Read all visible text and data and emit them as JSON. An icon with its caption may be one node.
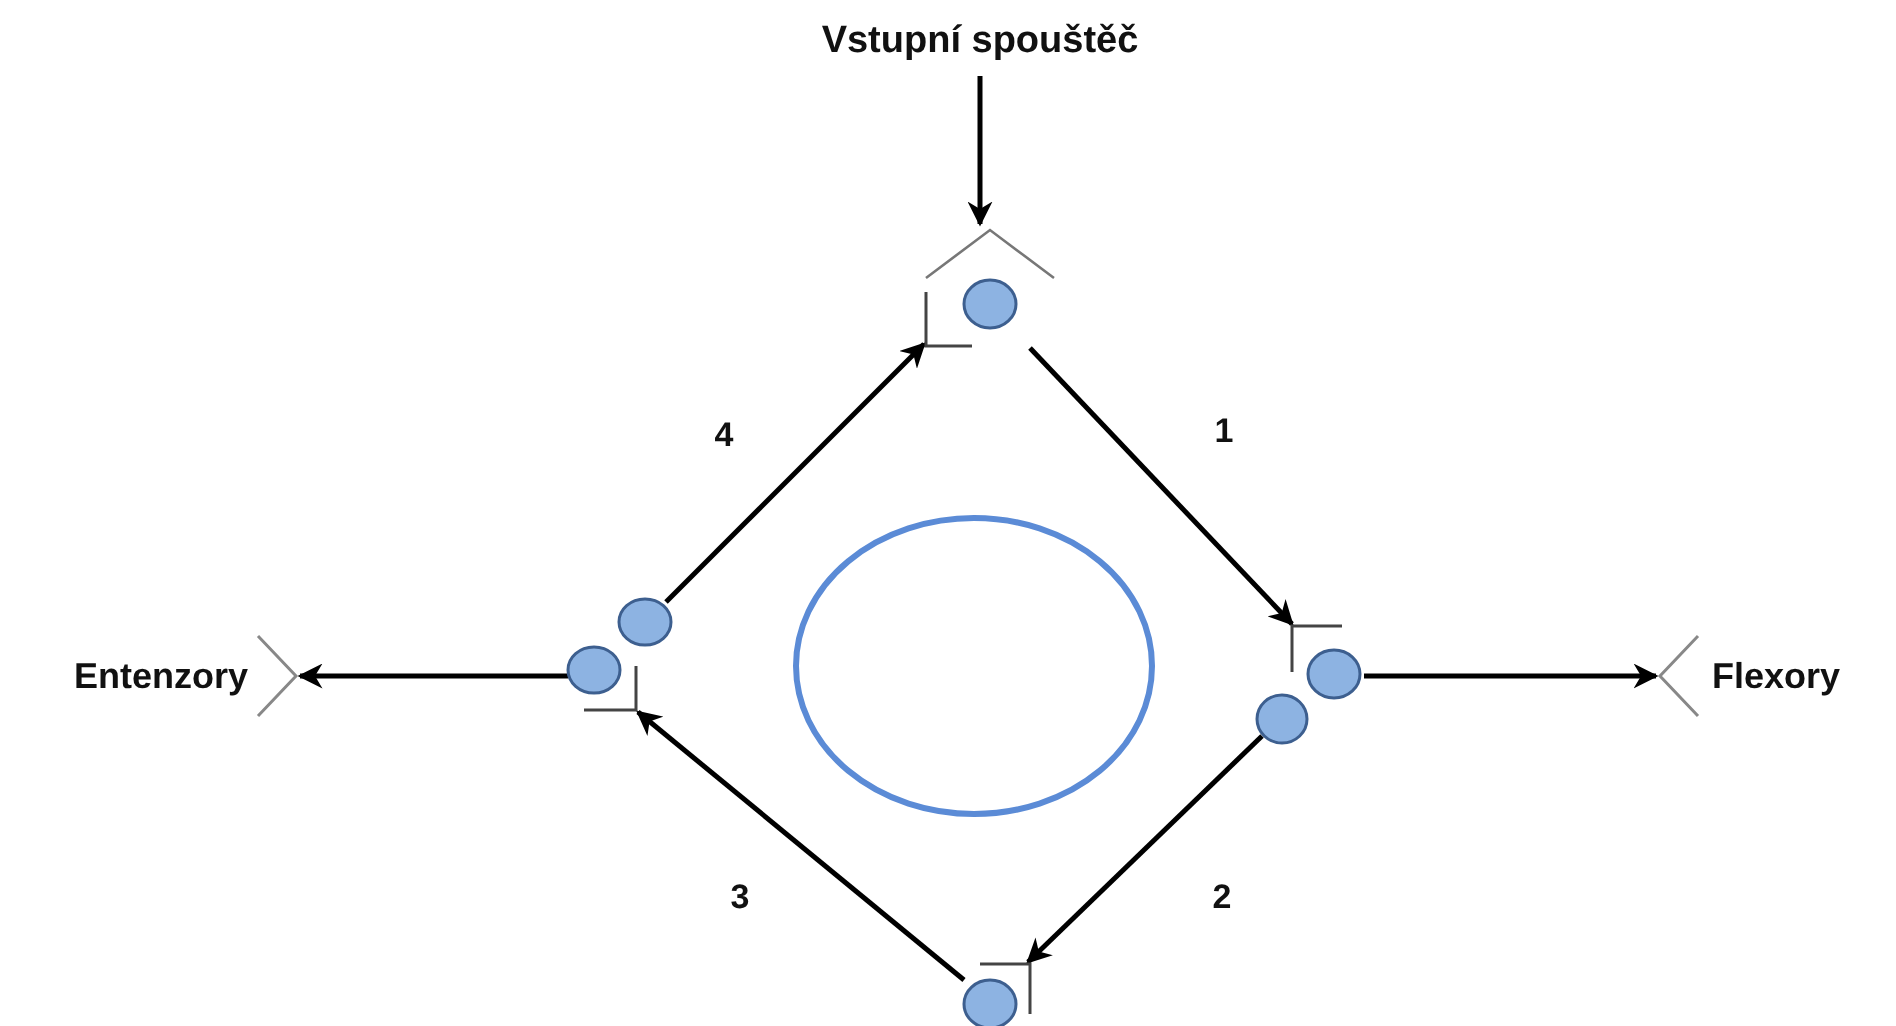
{
  "diagram": {
    "nodes": [
      {
        "text": [
          "Vstupní spouštěč"
        ]
      },
      {
        "text": [],
        "shape": "circle"
      },
      {
        "text": [],
        "shape": "circle"
      },
      {
        "text": [],
        "shape": "circle"
      },
      {
        "text": [],
        "shape": "circle"
      },
      {
        "text": [],
        "shape": "circle"
      },
      {
        "text": [],
        "shape": "circle"
      },
      {
        "text": [
          "Entenzory"
        ]
      },
      {
        "text": [
          "Flexory"
        ]
      },
      {
        "text": [],
        "shape": "circle"
      }
    ],
    "edges": [
      {
        "from": 0,
        "to": 1,
        "arrow": "to"
      },
      {
        "from": 1,
        "to": 2,
        "arrow": "to",
        "label": "1"
      },
      {
        "from": 3,
        "to": 4,
        "arrow": "to",
        "label": "2"
      },
      {
        "from": 4,
        "to": 6,
        "arrow": "to",
        "label": "3"
      },
      {
        "from": 5,
        "to": 1,
        "arrow": "to",
        "label": "4"
      },
      {
        "from": 2,
        "to": 8,
        "arrow": "to"
      },
      {
        "from": 6,
        "to": 7,
        "arrow": "to"
      }
    ]
  }
}
